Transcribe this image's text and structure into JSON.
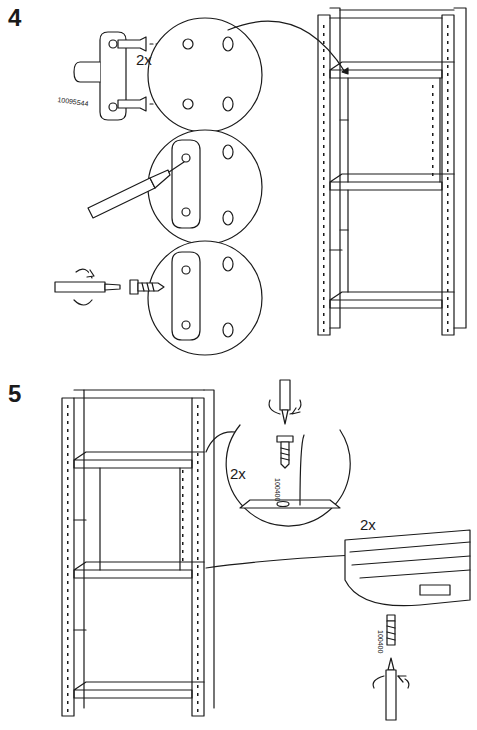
{
  "diagram": {
    "labels": [
      "4",
      "2x",
      "10095544",
      "5",
      "2x",
      "100400",
      "2x",
      "100400"
    ]
  }
}
